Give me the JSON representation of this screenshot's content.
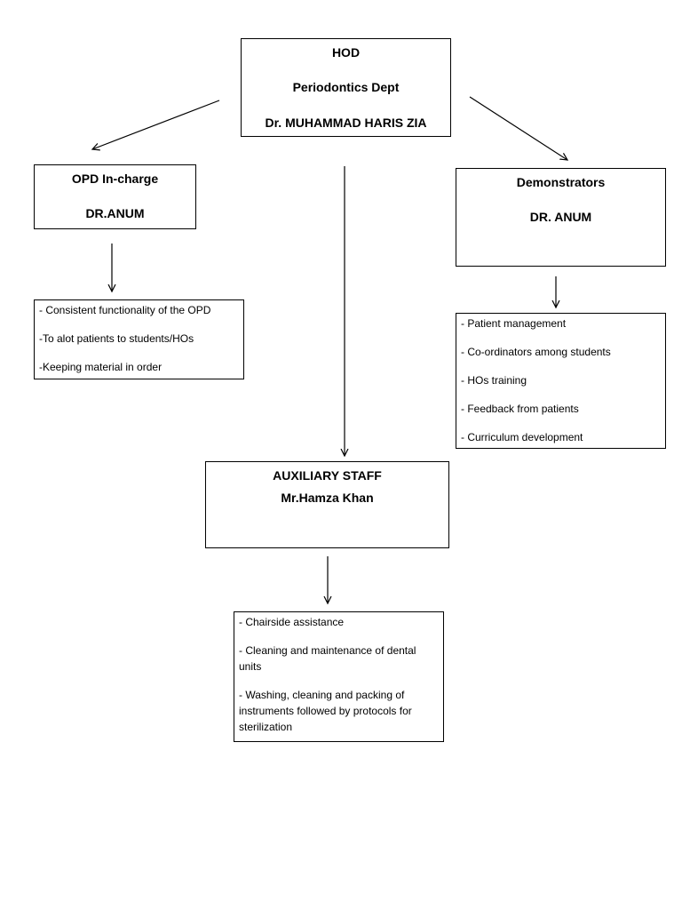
{
  "hod": {
    "line1": "HOD",
    "line2": "Periodontics Dept",
    "line3": "Dr. MUHAMMAD HARIS ZIA"
  },
  "opd": {
    "title": "OPD In-charge",
    "name": "DR.ANUM",
    "duties": [
      "- Consistent functionality of the OPD",
      "-To alot patients to students/HOs",
      "-Keeping material in order"
    ]
  },
  "demonstrators": {
    "title": "Demonstrators",
    "name": "DR. ANUM",
    "duties": [
      "- Patient management",
      "- Co-ordinators among students",
      "- HOs training",
      "- Feedback from patients",
      "- Curriculum development"
    ]
  },
  "auxiliary": {
    "title": "AUXILIARY STAFF",
    "name": "Mr.Hamza Khan",
    "duties": [
      "- Chairside assistance",
      "- Cleaning and maintenance of dental units",
      "- Washing, cleaning and packing of instruments followed by protocols for sterilization"
    ]
  }
}
